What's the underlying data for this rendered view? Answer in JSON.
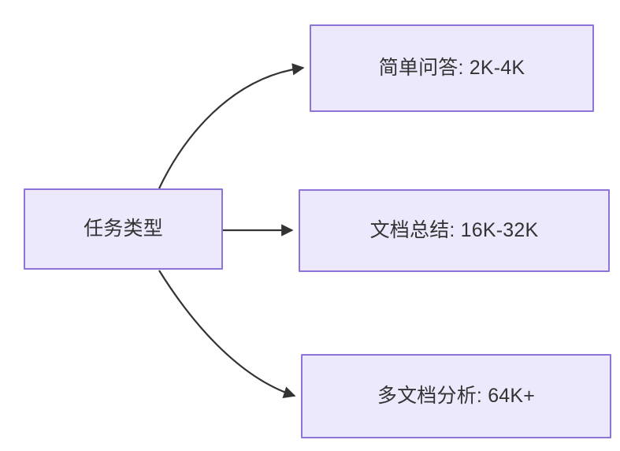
{
  "diagram": {
    "title": "任务类型",
    "background_color": "#ffffff",
    "node_fill_color": "#ebe9fb",
    "node_border_color": "#8e74d8",
    "node_text_color": "#333333",
    "edge_color": "#333333",
    "nodes": [
      {
        "id": "root",
        "label": "任务类型"
      },
      {
        "id": "simple_qa",
        "label": "简单问答: 2K-4K"
      },
      {
        "id": "doc_sum",
        "label": "文档总结: 16K-32K"
      },
      {
        "id": "multi_doc",
        "label": "多文档分析: 64K+"
      }
    ],
    "edges": [
      {
        "from": "root",
        "to": "simple_qa",
        "label": "",
        "style": "curved-arrow"
      },
      {
        "from": "root",
        "to": "doc_sum",
        "label": "",
        "style": "straight-arrow"
      },
      {
        "from": "root",
        "to": "multi_doc",
        "label": "",
        "style": "curved-arrow"
      }
    ]
  }
}
